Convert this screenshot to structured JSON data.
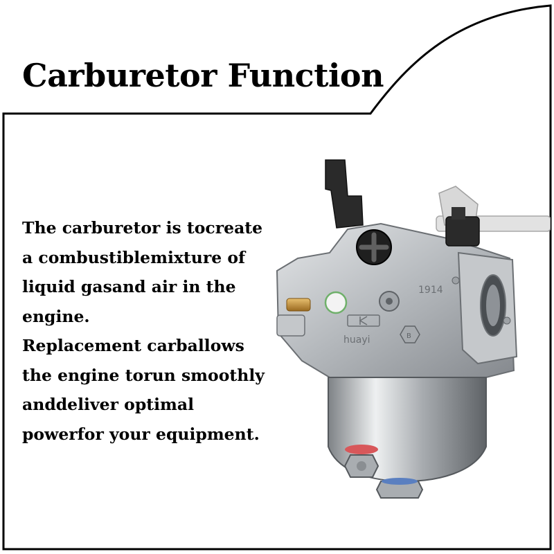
{
  "title": "Carburetor Function",
  "description": {
    "lines": [
      "The carburetor is tocreate",
      "a combustiblemixture of",
      "liquid gasand air in the",
      "engine.",
      "Replacement carballows",
      "the engine torun smoothly",
      "anddeliver optimal",
      "powerfor your equipment."
    ]
  },
  "product": {
    "brand_mark": "huayi",
    "part_number": "1914",
    "bowl_mark": "B"
  },
  "colors": {
    "border": "#000000",
    "text": "#000000",
    "background": "#ffffff"
  }
}
